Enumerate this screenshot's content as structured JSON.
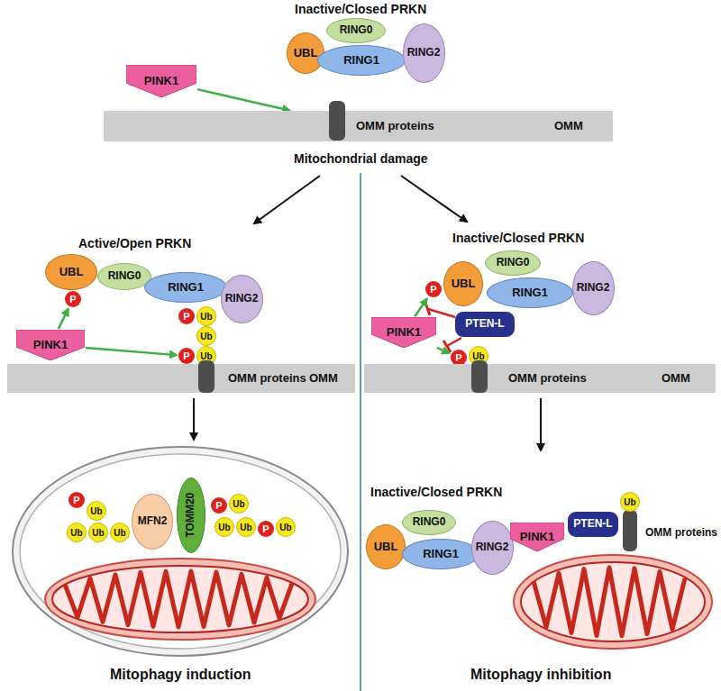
{
  "diagram": {
    "nodes": [
      {
        "text": [
          "UBL"
        ]
      },
      {
        "text": [
          "RING0"
        ]
      },
      {
        "text": [
          "RING1"
        ]
      },
      {
        "text": [
          "RING2"
        ]
      },
      {
        "text": [
          "PINK1"
        ]
      },
      {
        "text": [
          "OMM proteins",
          "OMM"
        ]
      },
      {
        "text": [
          "UBL"
        ]
      },
      {
        "text": [
          "P"
        ]
      },
      {
        "text": [
          "RING0"
        ]
      },
      {
        "text": [
          "RING1"
        ]
      },
      {
        "text": [
          "RING2"
        ]
      },
      {
        "text": [
          "P"
        ]
      },
      {
        "text": [
          "Ub"
        ]
      },
      {
        "text": [
          "Ub"
        ]
      },
      {
        "text": [
          "P"
        ]
      },
      {
        "text": [
          "Ub"
        ]
      },
      {
        "text": [
          "PINK1"
        ]
      },
      {
        "text": [
          "OMM proteins",
          "OMM"
        ]
      },
      {
        "text": [
          "P"
        ]
      },
      {
        "text": [
          "UBL"
        ]
      },
      {
        "text": [
          "RING0"
        ]
      },
      {
        "text": [
          "RING1"
        ]
      },
      {
        "text": [
          "RING2"
        ]
      },
      {
        "text": [
          "PTEN-L"
        ]
      },
      {
        "text": [
          "PINK1"
        ]
      },
      {
        "text": [
          "P"
        ]
      },
      {
        "text": [
          "Ub"
        ]
      },
      {
        "text": [
          "OMM proteins",
          "OMM"
        ]
      },
      {
        "text": [
          "P"
        ]
      },
      {
        "text": [
          "Ub"
        ]
      },
      {
        "text": [
          "Ub"
        ]
      },
      {
        "text": [
          "Ub"
        ]
      },
      {
        "text": [
          "Ub"
        ]
      },
      {
        "text": [
          "MFN2"
        ]
      },
      {
        "text": [
          "TOMM20"
        ]
      },
      {
        "text": [
          "P"
        ]
      },
      {
        "text": [
          "Ub"
        ]
      },
      {
        "text": [
          "Ub"
        ]
      },
      {
        "text": [
          "Ub"
        ]
      },
      {
        "text": [
          "P"
        ]
      },
      {
        "text": [
          "Ub"
        ]
      },
      {
        "text": [
          "UBL"
        ]
      },
      {
        "text": [
          "RING0"
        ]
      },
      {
        "text": [
          "RING1"
        ]
      },
      {
        "text": [
          "RING2"
        ]
      },
      {
        "text": [
          "PINK1"
        ]
      },
      {
        "text": [
          "PTEN-L"
        ]
      },
      {
        "text": [
          "Ub"
        ]
      }
    ],
    "edges": [
      {
        "from": 4,
        "to": 5,
        "arrow": "to"
      },
      {
        "from": 16,
        "to": 7,
        "arrow": "to"
      },
      {
        "from": 16,
        "to": 14,
        "arrow": "to"
      },
      {
        "from": 24,
        "to": 18,
        "arrow": "to"
      },
      {
        "from": 24,
        "to": 25,
        "arrow": "to"
      }
    ],
    "labels": [
      "Inactive/Closed PRKN",
      "Mitochondrial damage",
      "Active/Open PRKN",
      "Inactive/Closed PRKN",
      "Inactive/Closed PRKN",
      "OMM proteins",
      "Mitophagy induction",
      "Mitophagy inhibition"
    ]
  }
}
